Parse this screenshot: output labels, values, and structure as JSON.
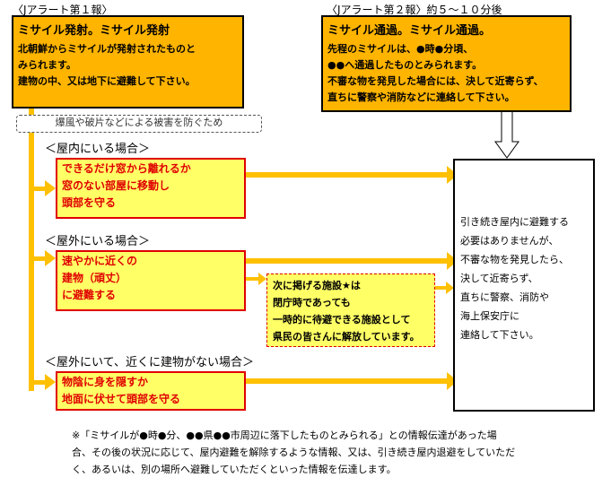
{
  "report1": {
    "header": "〈Jアラート第１報〉",
    "title": "ミサイル発射。ミサイル発射",
    "lines": [
      "北朝鮮からミサイルが発射されたものと",
      "みられます。",
      "建物の中、又は地下に避難して下さい。"
    ]
  },
  "report2": {
    "header": "〈Jアラート第２報〉約５～１０分後",
    "title": "ミサイル通過。ミサイル通過。",
    "lines": [
      "先程のミサイルは、●時●分頃、",
      "●●へ通過したものとみられます。",
      "不審な物を発見した場合には、決して近寄らず、",
      "直ちに警察や消防などに連絡して下さい。"
    ]
  },
  "purpose_note": "爆風や破片などによる被害を防ぐため",
  "cases": [
    {
      "heading": "＜屋内にいる場合＞",
      "lines": [
        "できるだけ窓から離れるか",
        "窓のない部屋に移動し",
        "頭部を守る"
      ]
    },
    {
      "heading": "＜屋外にいる場合＞",
      "lines": [
        "速やかに近くの",
        "建物（頑丈）",
        "に避難する"
      ]
    },
    {
      "heading": "＜屋外にいて、近くに建物がない場合＞",
      "lines": [
        "物陰に身を隠すか",
        "地面に伏せて頭部を守る"
      ]
    }
  ],
  "facility_note": [
    "次に掲げる施設★は",
    "閉庁時であっても",
    "一時的に待避できる施設として",
    "県民の皆さんに解放しています。"
  ],
  "result_box": [
    "引き続き屋内に避難する",
    "必要はありませんが、",
    "不審な物を発見したら、",
    "決して近寄らず、",
    "直ちに警察、消防や",
    "海上保安庁に",
    "連絡して下さい。"
  ],
  "footnote": [
    "※「ミサイルが●時●分、●●県●●市周辺に落下したものとみられる」との情報伝達があった場",
    "合、その後の状況に応じて、屋内避難を解除するような情報、又は、引き続き屋内退避をしていただ",
    "く、あるいは、別の場所へ避難していただくといった情報を伝達します。"
  ],
  "colors": {
    "orange": "#ffb400",
    "yellow": "#ffff66",
    "red": "#e00000",
    "arrow": "#ffc000"
  }
}
